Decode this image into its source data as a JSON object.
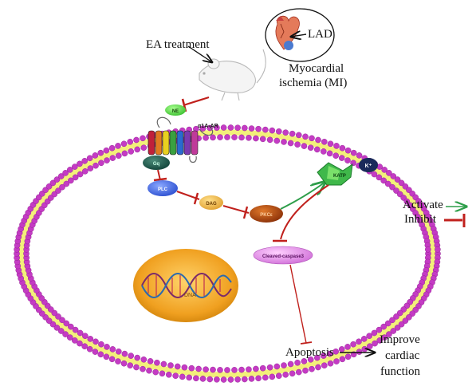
{
  "labels": {
    "ea_treatment": "EA treatment",
    "lad": "LAD",
    "mi_line1": "Myocardial",
    "mi_line2": "ischemia (MI)",
    "activate": "Activate",
    "inhibit": "Inhibit",
    "apoptosis": "Apoptosis",
    "improve_line1": "Improve",
    "improve_line2": "cardiac",
    "improve_line3": "function"
  },
  "nodes": {
    "ne": "NE",
    "receptor": "α1A-AR",
    "gq": "Gq",
    "plc": "PLC",
    "dag": "DAG",
    "pkc": "PKCε",
    "katp": "KATP",
    "k_ion": "K⁺",
    "cleaved_caspase3": "Cleaved-caspase3",
    "dna": "DNA"
  },
  "colors": {
    "membrane_head": "#c43bc4",
    "membrane_core": "#f3f07a",
    "activate": "#2e9e4a",
    "inhibit": "#c0201c",
    "nucleus": "#f0a020"
  }
}
